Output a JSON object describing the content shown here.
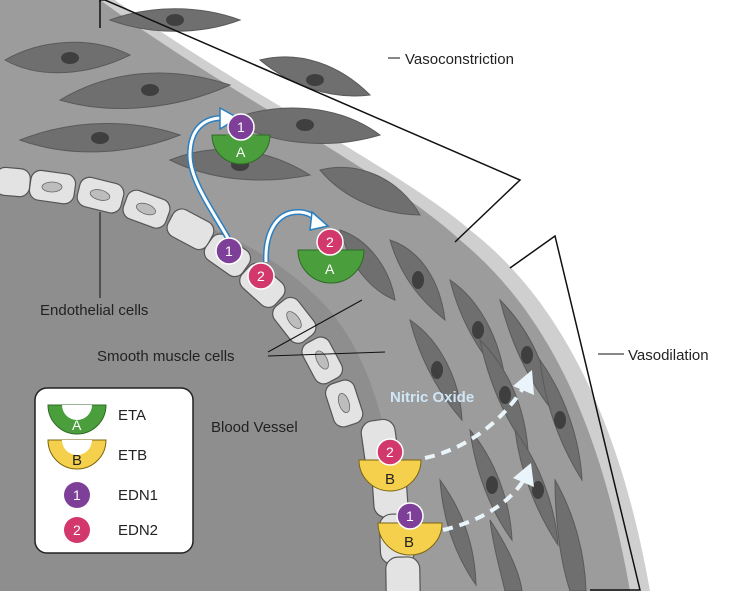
{
  "labels": {
    "vasoconstriction": "Vasoconstriction",
    "vasodilation": "Vasodilation",
    "endothelial_cells": "Endothelial cells",
    "smooth_muscle_cells": "Smooth muscle cells",
    "blood_vessel": "Blood Vessel",
    "nitric_oxide": "Nitric Oxide"
  },
  "receptors": {
    "eta_letter": "A",
    "etb_letter": "B"
  },
  "ligands": {
    "edn1_num": "1",
    "edn2_num": "2"
  },
  "legend": {
    "eta": "ETA",
    "etb": "ETB",
    "edn1": "EDN1",
    "edn2": "EDN2"
  },
  "colors": {
    "eta_green": "#4a9e3c",
    "etb_yellow": "#f5d04c",
    "edn1_purple": "#7e3f98",
    "edn2_pink": "#d2386b",
    "nitric_oxide_blue": "#cfe6f7",
    "flow_arrow_blue": "#2a7fc1"
  }
}
